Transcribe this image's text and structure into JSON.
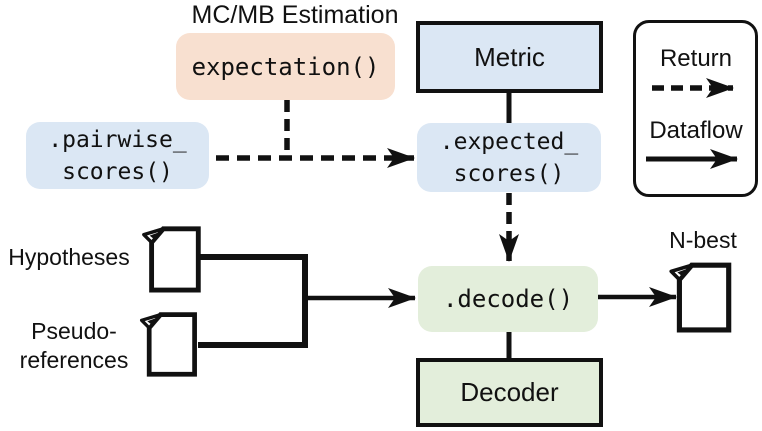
{
  "diagram": {
    "title": "MC/MB Estimation",
    "nodes": {
      "expectation": "expectation()",
      "metric": "Metric",
      "pairwise_line1": ".pairwise_",
      "pairwise_line2": "scores()",
      "expected_line1": ".expected_",
      "expected_line2": "scores()",
      "decode": ".decode()",
      "decoder": "Decoder"
    },
    "inputs": {
      "hypotheses": "Hypotheses",
      "pseudo_line1": "Pseudo-",
      "pseudo_line2": "references"
    },
    "output_label": "N-best",
    "legend": {
      "return_label": "Return",
      "dataflow_label": "Dataflow"
    },
    "icons": {
      "hypotheses": "document-icon",
      "pseudo_references": "document-icon",
      "n_best": "document-icon"
    },
    "arrow_types": {
      "return": "dashed",
      "dataflow": "solid"
    },
    "colors": {
      "estimation_fill": "#f8e0d0",
      "api_fill": "#dbe7f4",
      "decoder_fill": "#e3eedb",
      "line": "#111111"
    }
  }
}
